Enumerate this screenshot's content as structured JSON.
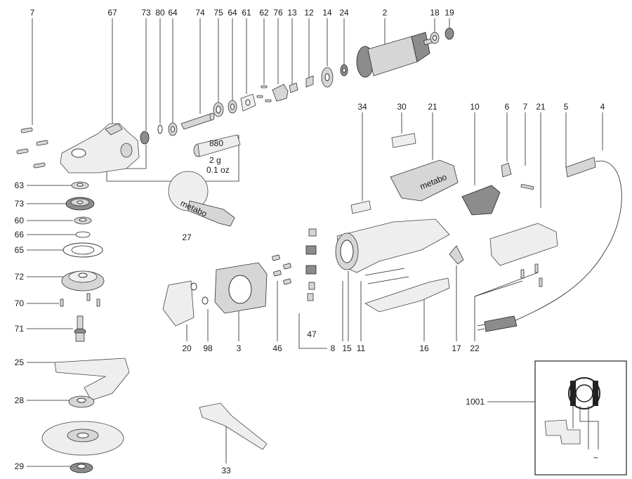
{
  "labels": {
    "l7a": "7",
    "l67": "67",
    "l73a": "73",
    "l80": "80",
    "l64a": "64",
    "l74": "74",
    "l75": "75",
    "l64b": "64",
    "l61": "61",
    "l62": "62",
    "l76": "76",
    "l13": "13",
    "l12": "12",
    "l14": "14",
    "l24": "24",
    "l2": "2",
    "l18": "18",
    "l19": "19",
    "l63": "63",
    "l73b": "73",
    "l60": "60",
    "l66": "66",
    "l65": "65",
    "l72": "72",
    "l70": "70",
    "l71": "71",
    "l25": "25",
    "l28": "28",
    "l29": "29",
    "l27": "27",
    "l20": "20",
    "l98": "98",
    "l3": "3",
    "l46": "46",
    "l47": "47",
    "l8": "8",
    "l15": "15",
    "l11": "11",
    "l16": "16",
    "l17": "17",
    "l22": "22",
    "l33": "33",
    "l34": "34",
    "l30": "30",
    "l21a": "21",
    "l10": "10",
    "l6": "6",
    "l7b": "7",
    "l21b": "21",
    "l5": "5",
    "l4": "4",
    "l1001": "1001"
  },
  "grease_note": {
    "code": "880",
    "weight": "2 g",
    "weight_oz": "0.1 oz"
  },
  "brand_text": "metabo"
}
